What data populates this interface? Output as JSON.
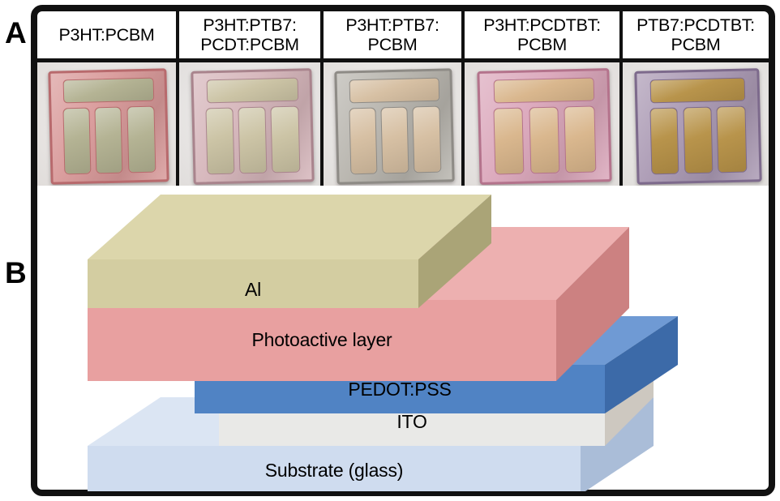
{
  "figure": {
    "panel_a_letter": "A",
    "panel_b_letter": "B"
  },
  "panel_a": {
    "columns": [
      {
        "label": "P3HT:PCBM",
        "photo": {
          "name": "device-photo-p3ht-pcbm",
          "substrate_color": "#d99a9a",
          "substrate_edge_color": "#b86a6d",
          "electrode_color": "#b3b292",
          "background_color": "#efecea"
        }
      },
      {
        "label": "P3HT:PTB7:\nPCDT:PCBM",
        "photo": {
          "name": "device-photo-p3ht-ptb7-pcdt-pcbm",
          "substrate_color": "#d6b6bb",
          "substrate_edge_color": "#a9848d",
          "electrode_color": "#cbc3a4",
          "background_color": "#efedec"
        }
      },
      {
        "label": "P3HT:PTB7:\nPCBM",
        "photo": {
          "name": "device-photo-p3ht-ptb7-pcbm",
          "substrate_color": "#b8b5ae",
          "substrate_edge_color": "#8e8b86",
          "electrode_color": "#d6bfa2",
          "background_color": "#f0eeec"
        }
      },
      {
        "label": "P3HT:PCDTBT:\nPCBM",
        "photo": {
          "name": "device-photo-p3ht-pcdtbt-pcbm",
          "substrate_color": "#dba7bb",
          "substrate_edge_color": "#b4738c",
          "electrode_color": "#d9b68c",
          "background_color": "#efecea"
        }
      },
      {
        "label": "PTB7:PCDTBT:\nPCBM",
        "photo": {
          "name": "device-photo-ptb7-pcdtbt-pcbm",
          "substrate_color": "#ab9ab4",
          "substrate_edge_color": "#7d6a8c",
          "electrode_color": "#b79248",
          "background_color": "#efeeec"
        }
      }
    ]
  },
  "panel_b": {
    "diagram_name": "organic-solar-cell-layer-stack",
    "layers": [
      {
        "id": "al",
        "label": "Al",
        "front_color": "#d3cda1",
        "top_color": "#dcd6ab",
        "side_color": "#aaa477"
      },
      {
        "id": "photoactive",
        "label": "Photoactive layer",
        "front_color": "#e8a0a0",
        "top_color": "#edb0b0",
        "side_color": "#cc8181"
      },
      {
        "id": "pedot_pss",
        "label": "PEDOT:PSS",
        "front_color": "#5083c4",
        "top_color": "#6f9ad4",
        "side_color": "#3c6aa8"
      },
      {
        "id": "ito",
        "label": "ITO",
        "front_color": "#e9e9e7",
        "top_color": "#f0efed",
        "side_color": "#cdc8c0"
      },
      {
        "id": "substrate",
        "label": "Substrate (glass)",
        "front_color": "#cfdcef",
        "top_color": "#dbe5f3",
        "side_color": "#aabdd8"
      }
    ]
  },
  "style": {
    "frame_color": "#111111",
    "background": "#ffffff"
  }
}
